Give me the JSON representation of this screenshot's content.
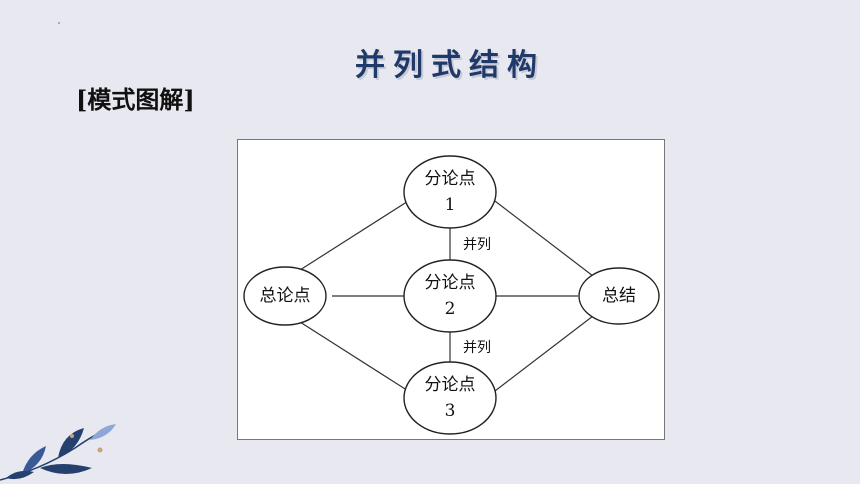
{
  "slide": {
    "title": "并列式结构",
    "label": "[模式图解]"
  },
  "diagram": {
    "nodes": {
      "left": {
        "text": "总论点"
      },
      "right": {
        "text": "总结"
      },
      "top": {
        "line1": "分论点",
        "line2": "1"
      },
      "mid": {
        "line1": "分论点",
        "line2": "2"
      },
      "bottom": {
        "line1": "分论点",
        "line2": "3"
      }
    },
    "relations": {
      "upper": "并列",
      "lower": "并列"
    }
  },
  "colors": {
    "title": "#1f3a6a",
    "leaf": "#25406f",
    "background": "#e8e8f0"
  },
  "decoration": {
    "icon": "leaf-branch-icon"
  }
}
